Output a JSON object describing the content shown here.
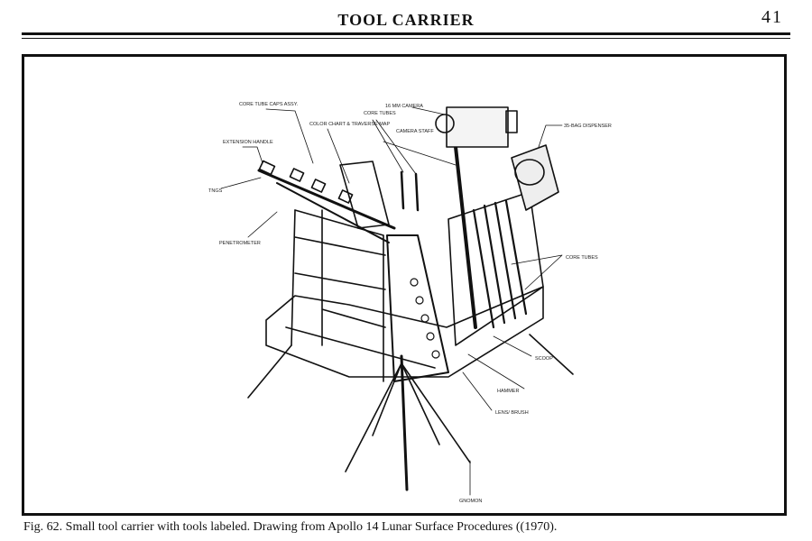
{
  "header": {
    "title": "TOOL CARRIER",
    "page_number": "41"
  },
  "figure": {
    "labels": {
      "core_tube_caps": "CORE TUBE CAPS ASSY.",
      "color_chart": "COLOR CHART & TRAVERSE MAP",
      "core_tubes_top": "CORE TUBES",
      "camera_16mm": "16 MM CAMERA",
      "camera_staff": "CAMERA STAFF",
      "bag_dispenser": "35-BAG DISPENSER",
      "extension_handle": "EXTENSION HANDLE",
      "tongs": "TNGS",
      "penetrometer": "PENETROMETER",
      "core_tubes_right": "CORE TUBES",
      "scoop": "SCOOP",
      "hammer": "HAMMER",
      "lens_brush": "LENS/ BRUSH",
      "gnomon": "GNOMON"
    }
  },
  "caption": "Fig. 62. Small tool carrier with tools labeled.  Drawing from Apollo 14 Lunar Surface Procedures ((1970)."
}
